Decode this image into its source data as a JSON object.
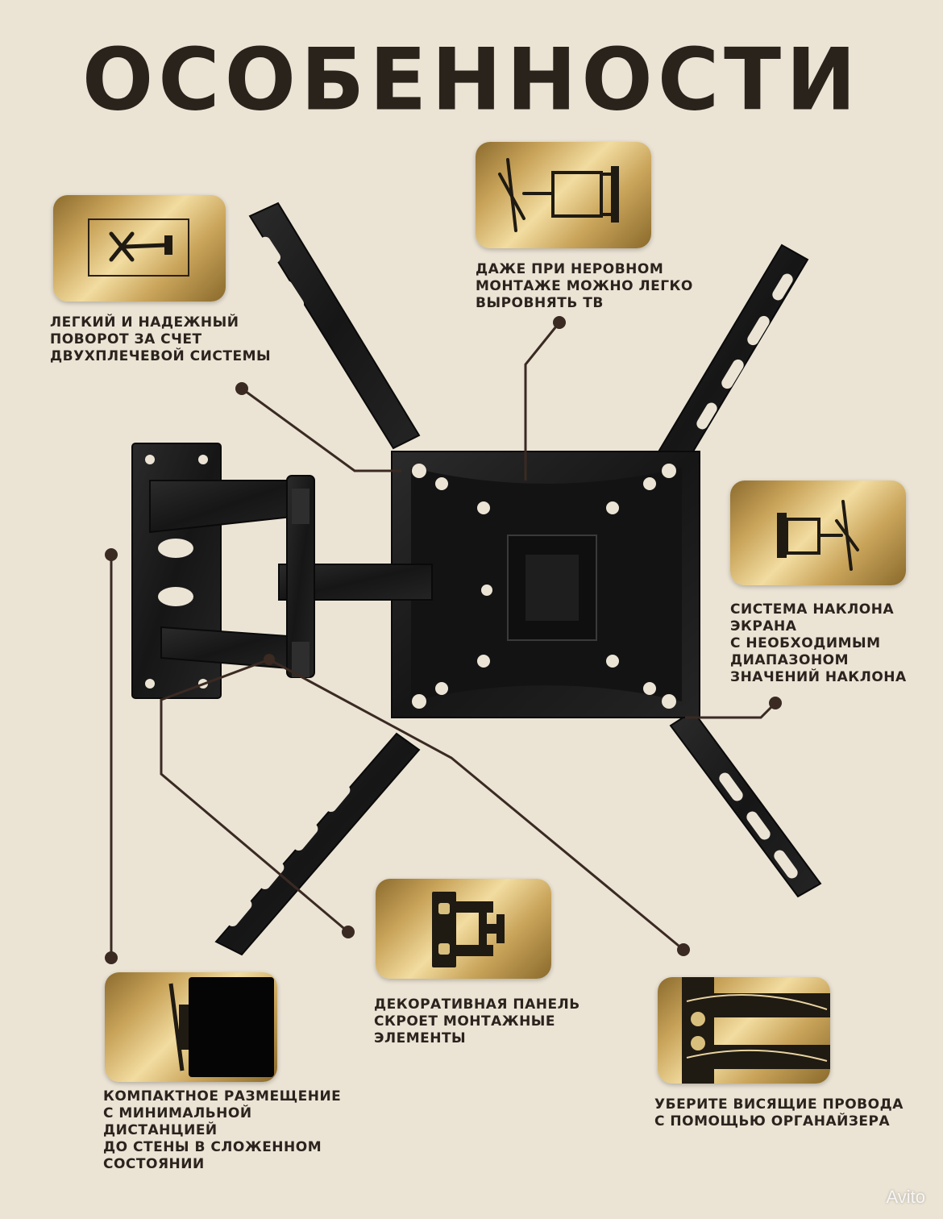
{
  "page": {
    "title": "ОСОБЕННОСТИ",
    "watermark": "Avito"
  },
  "features": [
    {
      "id": "swivel",
      "text": "ЛЕГКИЙ И НАДЕЖНЫЙ\nПОВОРОТ ЗА СЧЕТ\nДВУХПЛЕЧЕВОЙ СИСТЕМЫ"
    },
    {
      "id": "level",
      "text": "ДАЖЕ ПРИ НЕРОВНОМ\nМОНТАЖЕ МОЖНО ЛЕГКО\nВЫРОВНЯТЬ ТВ"
    },
    {
      "id": "tilt",
      "text": "СИСТЕМА НАКЛОНА\nЭКРАНА\nС НЕОБХОДИМЫМ\nДИАПАЗОНОМ\nЗНАЧЕНИЙ НАКЛОНА"
    },
    {
      "id": "compact",
      "text": "КОМПАКТНОЕ РАЗМЕЩЕНИЕ\nС МИНИМАЛЬНОЙ ДИСТАНЦИЕЙ\nДО СТЕНЫ В СЛОЖЕННОМ\nСОСТОЯНИИ"
    },
    {
      "id": "panel",
      "text": "ДЕКОРАТИВНАЯ ПАНЕЛЬ\nСКРОЕТ МОНТАЖНЫЕ\nЭЛЕМЕНТЫ"
    },
    {
      "id": "cables",
      "text": "УБЕРИТЕ ВИСЯЩИЕ ПРОВОДА\nС ПОМОЩЬЮ ОРГАНАЙЗЕРА"
    }
  ],
  "colors": {
    "background": "#ebe4d5",
    "text": "#2b231d",
    "gold": "#c9a45a",
    "bracket": "#1c1c1c",
    "leader": "#3a2a22"
  },
  "icons": [
    "bracket-photo",
    "swivel-thumbnail",
    "level-thumbnail",
    "tilt-thumbnail",
    "compact-thumbnail",
    "panel-thumbnail",
    "cables-thumbnail"
  ]
}
